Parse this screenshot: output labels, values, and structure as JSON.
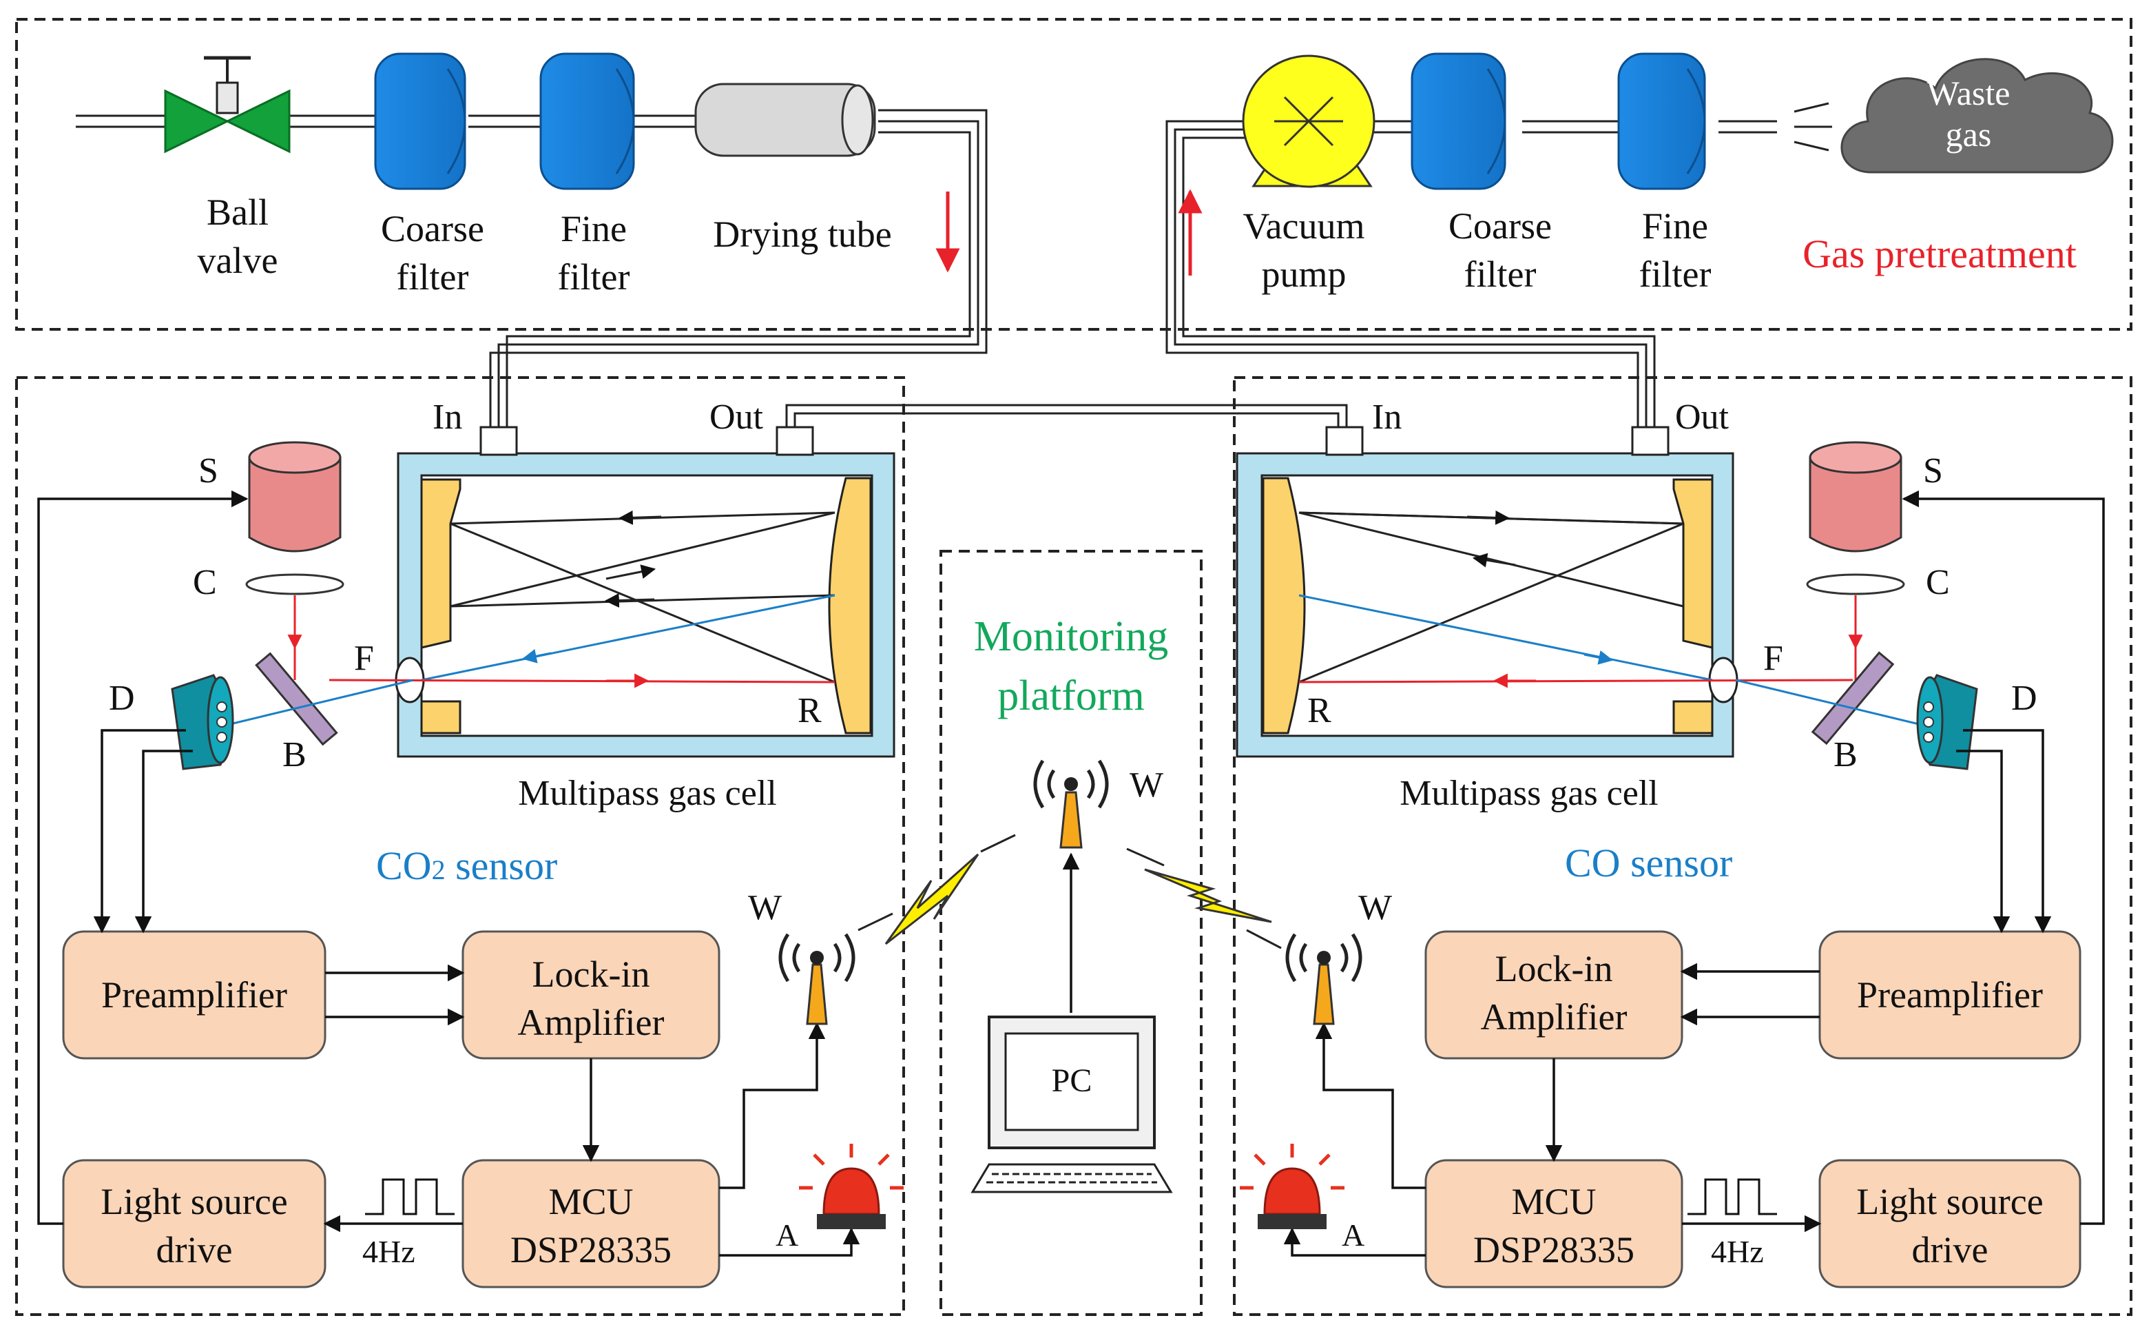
{
  "gas_line": {
    "ball_valve": [
      "Ball",
      "valve"
    ],
    "coarse_filter": [
      "Coarse",
      "filter"
    ],
    "fine_filter": [
      "Fine",
      "filter"
    ],
    "drying_tube": "Drying tube",
    "vacuum_pump": [
      "Vacuum",
      "pump"
    ],
    "coarse_filter_2": [
      "Coarse",
      "filter"
    ],
    "fine_filter_2": [
      "Fine",
      "filter"
    ],
    "waste_gas": [
      "Waste",
      "gas"
    ],
    "section_title": "Gas pretreatment"
  },
  "cells": {
    "port_in": "In",
    "port_out": "Out",
    "cell_label": "Multipass gas cell",
    "mirror_label": "R",
    "window_label": "F"
  },
  "optics": {
    "source": "S",
    "collimator": "C",
    "beamsplitter": "B",
    "detector": "D"
  },
  "co2_sensor": {
    "title_main": "CO",
    "title_sub": "2",
    "title_rest": " sensor",
    "preamp": "Preamplifier",
    "lockin": [
      "Lock-in",
      "Amplifier"
    ],
    "mcu": [
      "MCU",
      "DSP28335"
    ],
    "light_drive": [
      "Light source",
      "drive"
    ],
    "freq": "4Hz",
    "wireless": "W",
    "alarm": "A"
  },
  "co_sensor": {
    "title": "CO sensor",
    "preamp": "Preamplifier",
    "lockin": [
      "Lock-in",
      "Amplifier"
    ],
    "mcu": [
      "MCU",
      "DSP28335"
    ],
    "light_drive": [
      "Light source",
      "drive"
    ],
    "freq": "4Hz",
    "wireless": "W",
    "alarm": "A"
  },
  "monitoring": {
    "title": [
      "Monitoring",
      "platform"
    ],
    "pc": "PC",
    "wireless": "W"
  },
  "colors": {
    "box_fill": "#fad5b8",
    "filter_blue": "#1f8be6",
    "valve_green": "#12a13a",
    "pump_yellow": "#ffff1e",
    "cell_blue": "#b5e0ef",
    "mirror_gold": "#fbd26b",
    "red_text": "#e8222a",
    "blue_text": "#1a7fc8",
    "green_text": "#12a85b",
    "source_pink": "#e98a8a",
    "detector_teal": "#0f8fa0",
    "antenna_orange": "#f5a81c",
    "alarm_red": "#e8301e"
  }
}
